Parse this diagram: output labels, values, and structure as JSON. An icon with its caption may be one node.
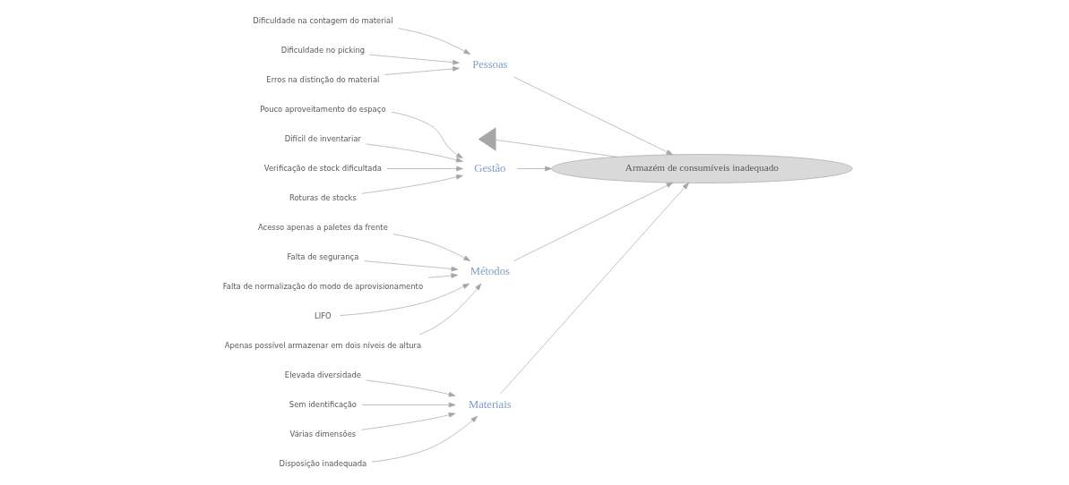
{
  "diagram": {
    "nodes": [
      {
        "text": [
          "Materiais"
        ]
      },
      {
        "text": [
          "Elevada diversidade"
        ]
      },
      {
        "text": [
          "Sem identificação"
        ]
      },
      {
        "text": [
          "Várias dimensões"
        ]
      },
      {
        "text": [
          "Disposição inadequada"
        ]
      },
      {
        "text": [
          "Pessoas"
        ]
      },
      {
        "text": [
          "Dificuldade na contagem do material"
        ]
      },
      {
        "text": [
          "Dificuldade no picking"
        ]
      },
      {
        "text": [
          "Erros na distinção do material"
        ]
      },
      {
        "text": [],
        "shape": "triangle"
      },
      {
        "text": [
          "Armazém de consumíveis inadequado"
        ]
      },
      {
        "text": [
          "Gestão"
        ]
      },
      {
        "text": [
          "Pouco aproveitamento do espaço"
        ]
      },
      {
        "text": [
          "Difícil de inventariar"
        ]
      },
      {
        "text": [
          "Verificação de stock dificultada"
        ]
      },
      {
        "text": [
          "Roturas de stocks"
        ]
      },
      {
        "text": [
          "Métodos"
        ]
      },
      {
        "text": [
          "Acesso apenas a paletes da frente"
        ]
      },
      {
        "text": [
          "Falta de segurança"
        ]
      },
      {
        "text": [
          "Falta de normalização do modo de aprovisionamento"
        ]
      },
      {
        "text": [
          "LIFO"
        ]
      },
      {
        "text": [
          "Apenas possível armazenar em dois níveis de altura"
        ]
      }
    ],
    "edges": [
      {
        "from": 1,
        "to": 0,
        "arrow": "to"
      },
      {
        "from": 2,
        "to": 0,
        "arrow": "to"
      },
      {
        "from": 3,
        "to": 0,
        "arrow": "to"
      },
      {
        "from": 4,
        "to": 0,
        "arrow": "to"
      },
      {
        "from": 6,
        "to": 5,
        "arrow": "to"
      },
      {
        "from": 7,
        "to": 5,
        "arrow": "to"
      },
      {
        "from": 8,
        "to": 5,
        "arrow": "to"
      },
      {
        "from": 0,
        "to": 10,
        "arrow": "to"
      },
      {
        "from": 5,
        "to": 10,
        "arrow": "to"
      },
      {
        "from": 9,
        "to": 10,
        "arrow": "none"
      },
      {
        "from": 11,
        "to": 10,
        "arrow": "to"
      },
      {
        "from": 16,
        "to": 10,
        "arrow": "to"
      },
      {
        "from": 12,
        "to": 11,
        "arrow": "to"
      },
      {
        "from": 13,
        "to": 11,
        "arrow": "to"
      },
      {
        "from": 14,
        "to": 11,
        "arrow": "to"
      },
      {
        "from": 15,
        "to": 11,
        "arrow": "to"
      },
      {
        "from": 17,
        "to": 16,
        "arrow": "to"
      },
      {
        "from": 18,
        "to": 16,
        "arrow": "to"
      },
      {
        "from": 19,
        "to": 16,
        "arrow": "to"
      },
      {
        "from": 20,
        "to": 16,
        "arrow": "to"
      },
      {
        "from": 21,
        "to": 16,
        "arrow": "to"
      }
    ]
  }
}
